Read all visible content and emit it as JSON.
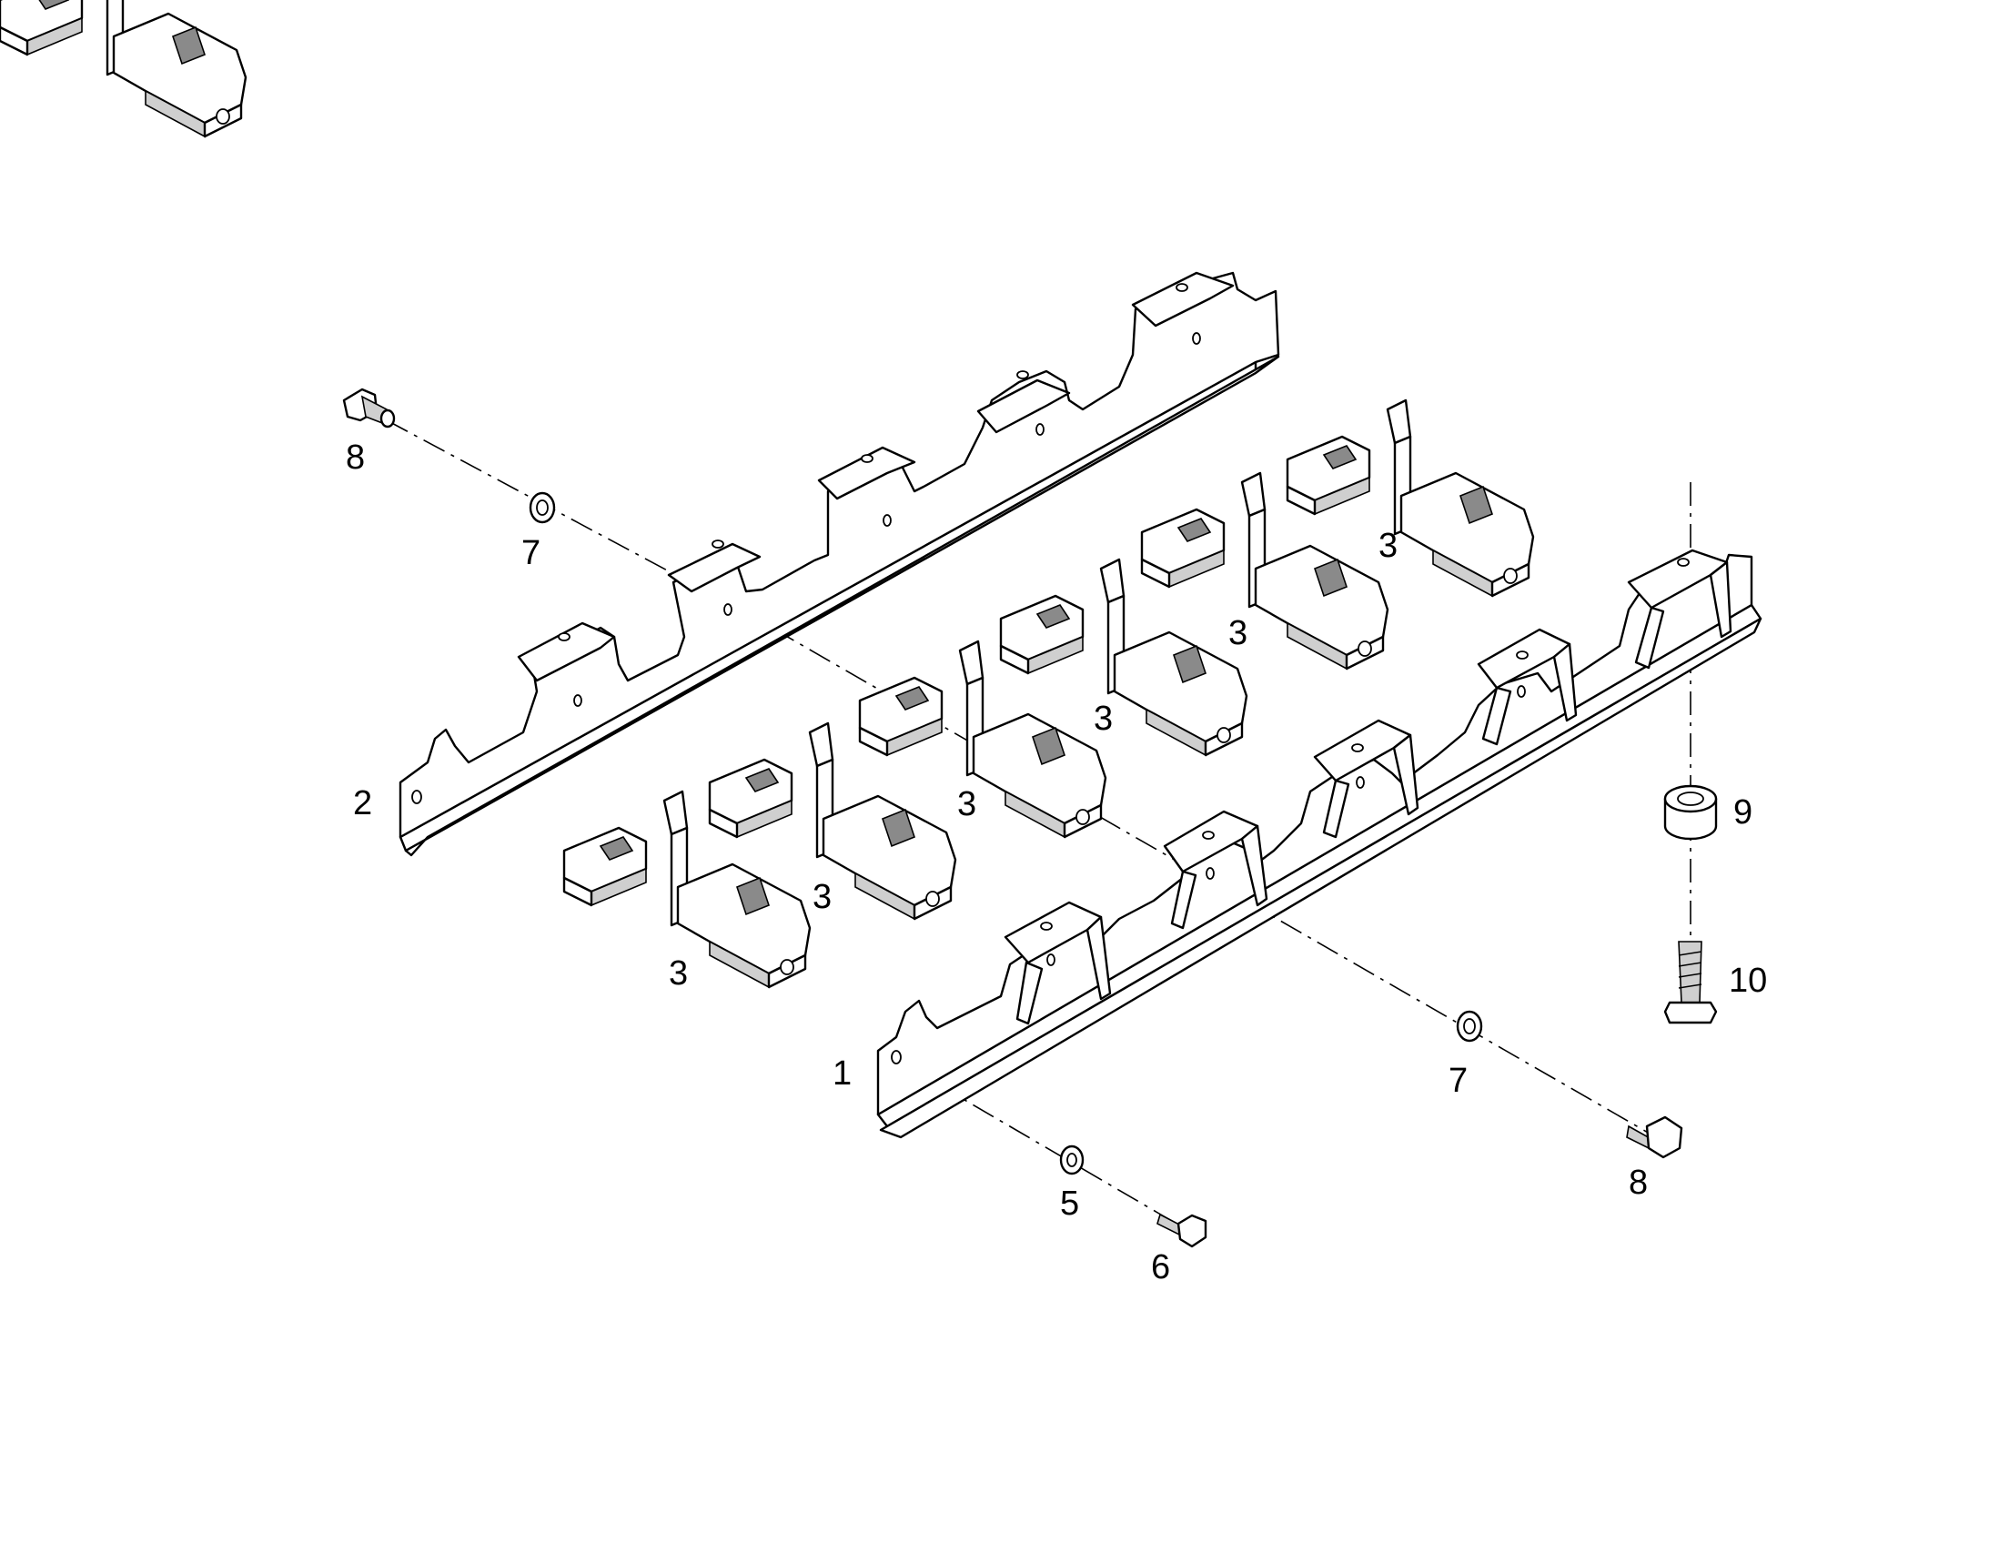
{
  "diagram": {
    "callouts": [
      {
        "id": "c2",
        "text": "2"
      },
      {
        "id": "c1",
        "text": "1"
      },
      {
        "id": "c3a",
        "text": "3"
      },
      {
        "id": "c3b",
        "text": "3"
      },
      {
        "id": "c3c",
        "text": "3"
      },
      {
        "id": "c3d",
        "text": "3"
      },
      {
        "id": "c3e",
        "text": "3"
      },
      {
        "id": "c3f",
        "text": "3"
      },
      {
        "id": "c5",
        "text": "5"
      },
      {
        "id": "c6",
        "text": "6"
      },
      {
        "id": "c7a",
        "text": "7"
      },
      {
        "id": "c7b",
        "text": "7"
      },
      {
        "id": "c8a",
        "text": "8"
      },
      {
        "id": "c8b",
        "text": "8"
      },
      {
        "id": "c9",
        "text": "9"
      },
      {
        "id": "c10",
        "text": "10"
      }
    ]
  }
}
